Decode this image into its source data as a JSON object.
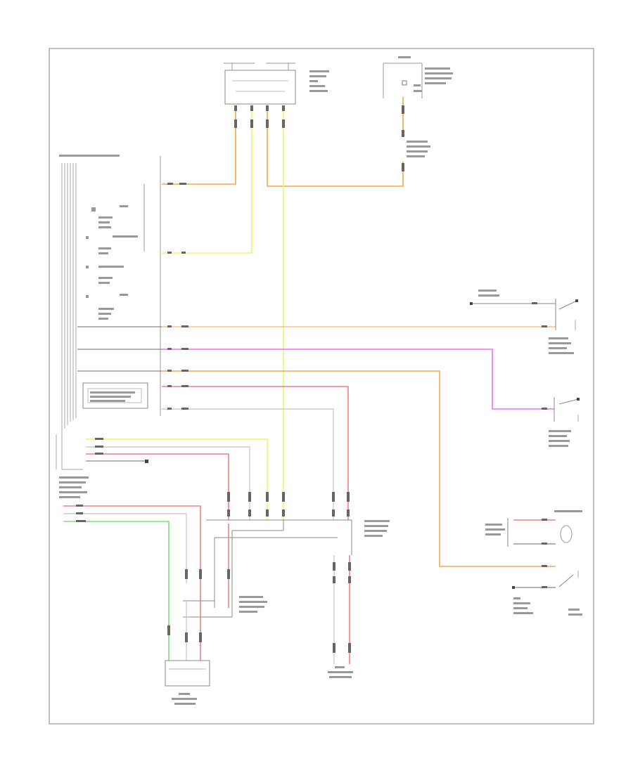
{
  "diagram": {
    "footer_code": "",
    "wires": [
      {
        "id": "orange-top",
        "color": "#f5a64a"
      },
      {
        "id": "yellow",
        "color": "#f4f36a"
      },
      {
        "id": "orange-mid",
        "color": "#f7b77a"
      },
      {
        "id": "violet",
        "color": "#ee70ee"
      },
      {
        "id": "orange-right",
        "color": "#f4a85a"
      },
      {
        "id": "red",
        "color": "#f08080"
      },
      {
        "id": "white",
        "color": "#cccccc"
      },
      {
        "id": "green",
        "color": "#7be07b"
      },
      {
        "id": "ground",
        "color": "#888888"
      }
    ],
    "components": [
      {
        "id": "cm-top",
        "name": "combination-meter-connector"
      },
      {
        "id": "relay-top-right",
        "name": "relay-connector"
      },
      {
        "id": "ecu-left",
        "name": "main-body-ecu"
      },
      {
        "id": "box-inner",
        "name": "ecu-inner-box"
      },
      {
        "id": "switch-right-1",
        "name": "switch-right-upper"
      },
      {
        "id": "switch-right-2",
        "name": "switch-right-middle"
      },
      {
        "id": "sensor-right",
        "name": "sensor-right-lower"
      },
      {
        "id": "switch-bottom-right",
        "name": "switch-bottom-right"
      },
      {
        "id": "junction-center",
        "name": "junction-connector-center"
      },
      {
        "id": "connector-bottom",
        "name": "connector-bottom"
      }
    ]
  }
}
